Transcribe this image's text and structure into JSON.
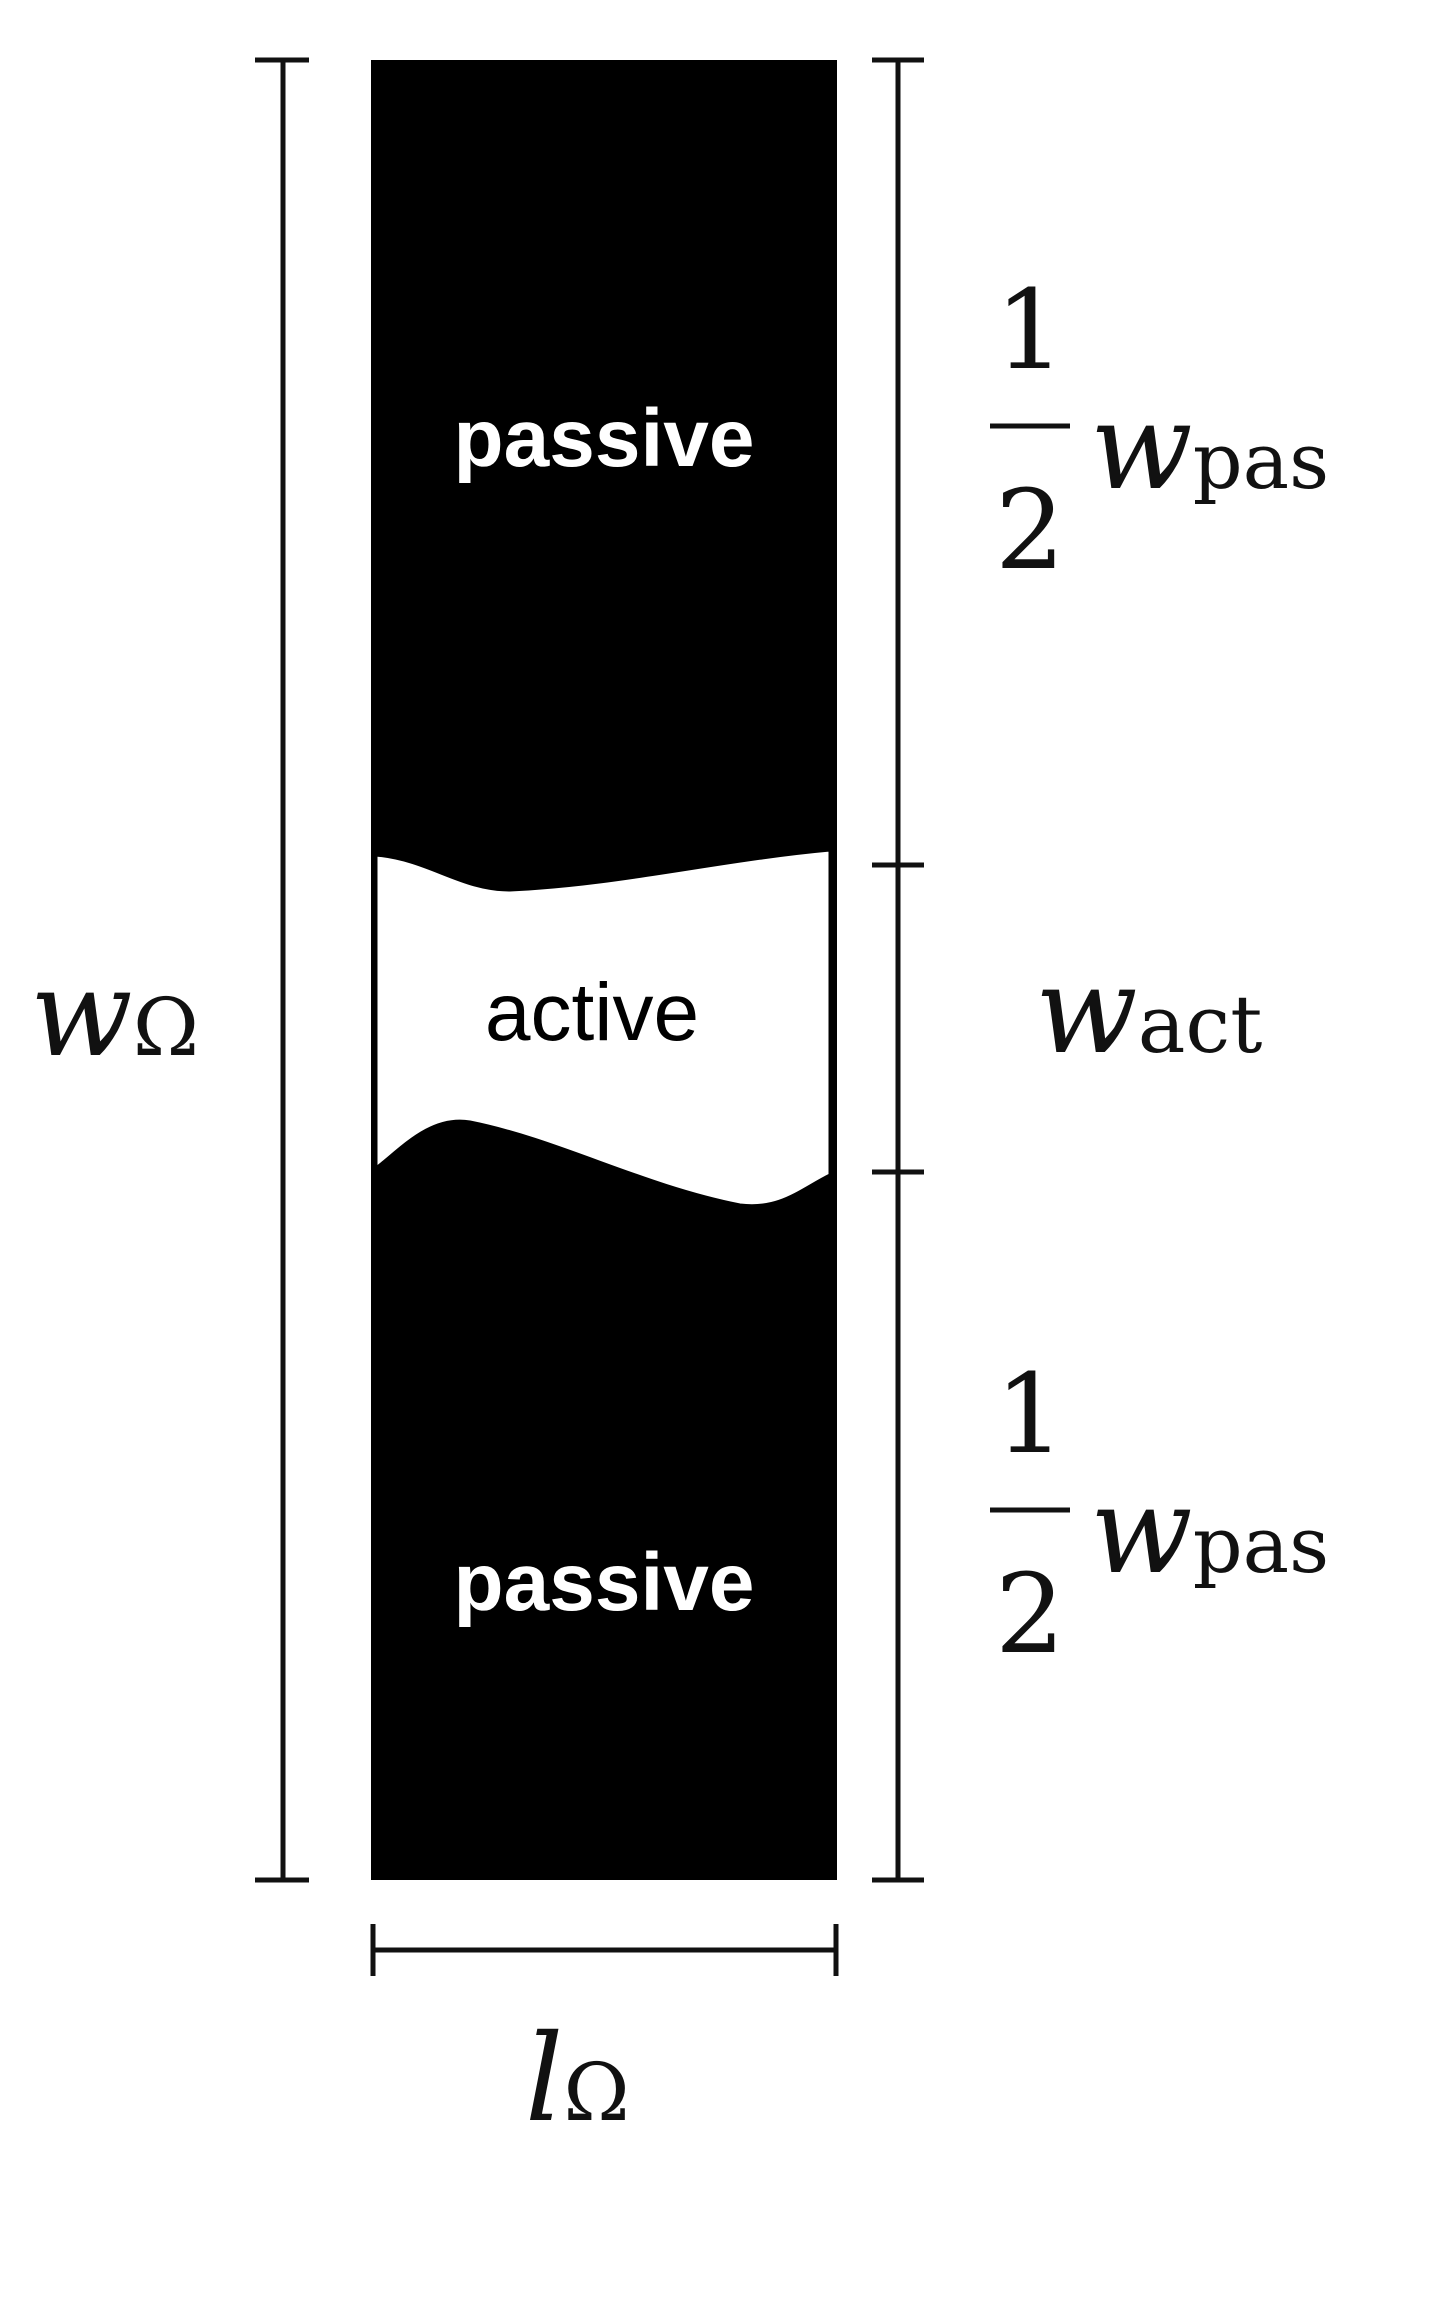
{
  "regions": {
    "top": "passive",
    "middle": "active",
    "bottom": "passive"
  },
  "dimensions": {
    "total_width": {
      "symbol": "w",
      "subscript": "Ω"
    },
    "length": {
      "symbol": "l",
      "subscript": "Ω"
    },
    "active_width": {
      "symbol": "w",
      "subscript": "act"
    },
    "passive_half_top": {
      "numerator": "1",
      "denominator": "2",
      "symbol": "w",
      "subscript": "pas"
    },
    "passive_half_bottom": {
      "numerator": "1",
      "denominator": "2",
      "symbol": "w",
      "subscript": "pas"
    }
  },
  "colors": {
    "passive": "#000000",
    "active": "#ffffff",
    "lines": "#111111"
  }
}
